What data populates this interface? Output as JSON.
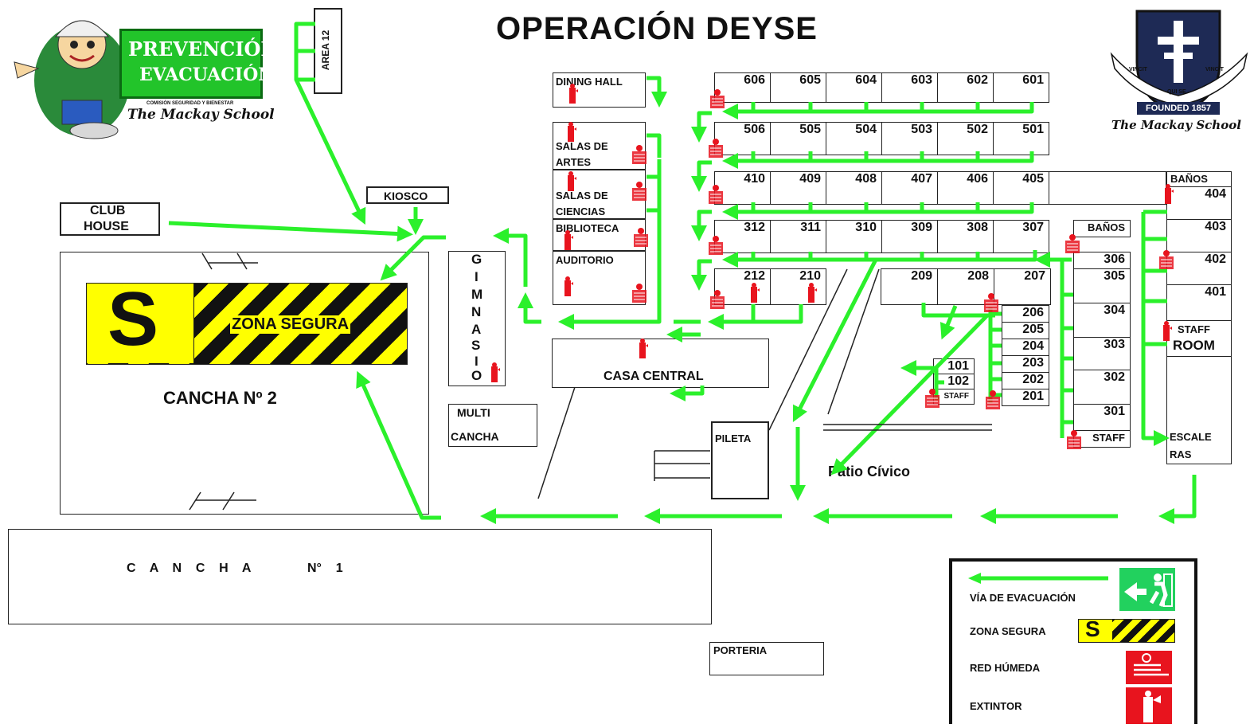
{
  "title": "OPERACIÓN DEYSE",
  "badge": {
    "line1": "PREVENCIÓN",
    "line2": "EVACUACIÓN",
    "sub": "COMISIÓN SEGURIDAD Y BIENESTAR",
    "school": "The Mackay School"
  },
  "crest": {
    "motto_left": "VINCIT",
    "motto_mid": "QUI SE",
    "motto_right": "VINCIT",
    "founded": "FOUNDED 1857",
    "school": "The Mackay School"
  },
  "colors": {
    "route": "#2bf02b",
    "zone_yellow": "#ffff00",
    "hydrant_red": "#e8141e",
    "legend_green": "#22d15e"
  },
  "places": {
    "area12": "AREA 12",
    "kiosco": "KIOSCO",
    "club_house_1": "CLUB",
    "club_house_2": "HOUSE",
    "zona_s": "S",
    "zona_segura": "ZONA SEGURA",
    "cancha2": "CANCHA Nº 2",
    "gimnasio": [
      "G",
      "I",
      "M",
      "N",
      "A",
      "S",
      "I",
      "O"
    ],
    "multi": "MULTI",
    "cancha_m": "CANCHA",
    "dining": "DINING HALL",
    "salas_artes_1": "SALAS DE",
    "salas_artes_2": "ARTES",
    "salas_ciencias_1": "SALAS DE",
    "salas_ciencias_2": "CIENCIAS",
    "biblioteca": "BIBLIOTECA",
    "auditorio": "AUDITORIO",
    "casa_central": "CASA CENTRAL",
    "pileta": "PILETA",
    "patio": "Patio Cívico",
    "porteria": "PORTERIA",
    "cancha1": "C    A    N    C    H    A                N°    1",
    "banos_r": "BAÑOS",
    "banos_m": "BAÑOS",
    "staff_room_1": "STAFF",
    "staff_room_2": "ROOM",
    "staff_m": "STAFF",
    "staff_s": "STAFF",
    "escaleras_1": "ESCALE",
    "escaleras_2": "RAS"
  },
  "rooms": {
    "row600": [
      "606",
      "605",
      "604",
      "603",
      "602",
      "601"
    ],
    "row500": [
      "506",
      "505",
      "504",
      "503",
      "502",
      "501"
    ],
    "row400": [
      "410",
      "409",
      "408",
      "407",
      "406",
      "405"
    ],
    "row300": [
      "312",
      "311",
      "310",
      "309",
      "308",
      "307"
    ],
    "row212": [
      "212",
      "210"
    ],
    "row209": [
      "209",
      "208",
      "207"
    ],
    "col200": [
      "206",
      "205",
      "204",
      "203",
      "202",
      "201"
    ],
    "col100": [
      "101",
      "102"
    ],
    "col300": [
      "306",
      "305",
      "304",
      "303",
      "302",
      "301"
    ],
    "col400": [
      "404",
      "403",
      "402",
      "401"
    ]
  },
  "legend": {
    "route": "VÍA DE EVACUACIÓN",
    "safe": "ZONA SEGURA",
    "safe_s": "S",
    "hydrant": "RED HÚMEDA",
    "extinguisher": "EXTINTOR"
  }
}
